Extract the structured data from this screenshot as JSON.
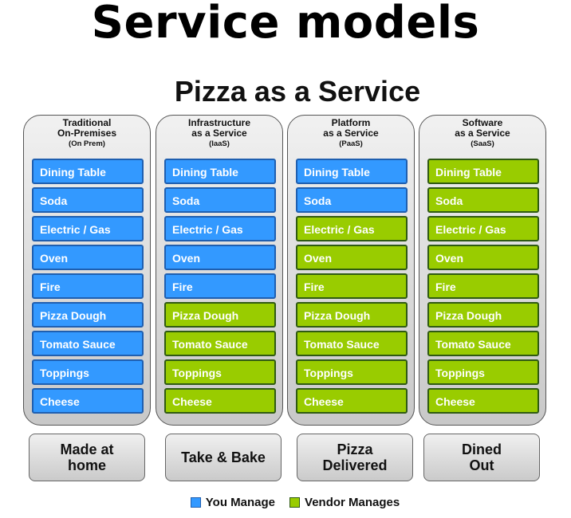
{
  "title": "Service models",
  "subtitle": "Pizza as a Service",
  "colors": {
    "you_manage": "#3399ff",
    "vendor_manages": "#99cc00"
  },
  "layers": [
    "Dining Table",
    "Soda",
    "Electric / Gas",
    "Oven",
    "Fire",
    "Pizza Dough",
    "Tomato Sauce",
    "Toppings",
    "Cheese"
  ],
  "columns": [
    {
      "line1": "Traditional",
      "line2": "On-Premises",
      "abbr": "(On Prem)",
      "you_manage_count": 9,
      "outcome": "Made at\nhome"
    },
    {
      "line1": "Infrastructure",
      "line2": "as a Service",
      "abbr": "(IaaS)",
      "you_manage_count": 5,
      "outcome": "Take & Bake"
    },
    {
      "line1": "Platform",
      "line2": "as a Service",
      "abbr": "(PaaS)",
      "you_manage_count": 2,
      "outcome": "Pizza\nDelivered"
    },
    {
      "line1": "Software",
      "line2": "as a Service",
      "abbr": "(SaaS)",
      "you_manage_count": 0,
      "outcome": "Dined\nOut"
    }
  ],
  "legend": {
    "you": "You Manage",
    "vendor": "Vendor Manages"
  }
}
